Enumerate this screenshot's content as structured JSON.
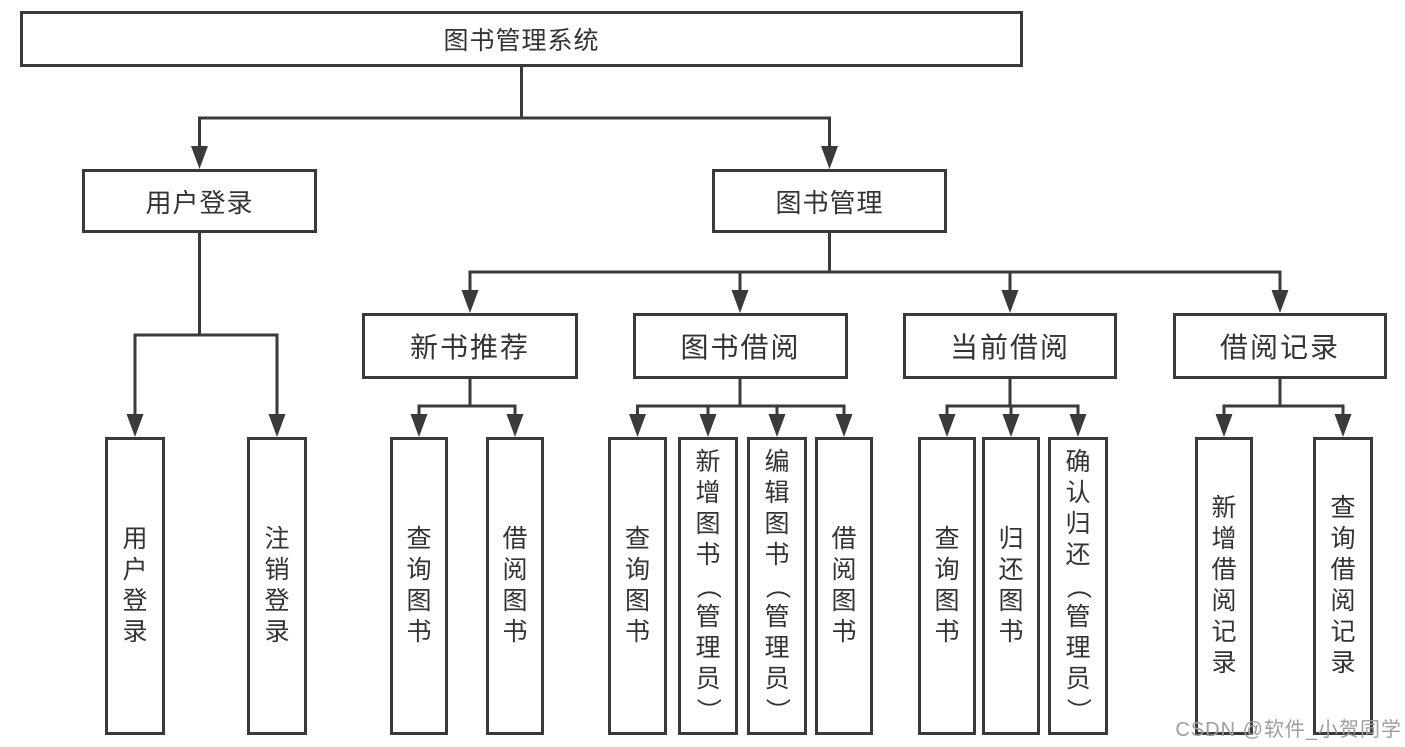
{
  "tree": {
    "root": {
      "label": "图书管理系统"
    },
    "branches": [
      {
        "label": "用户登录",
        "children": [
          "用户登录",
          "注销登录"
        ]
      },
      {
        "label": "图书管理"
      }
    ],
    "sections": [
      {
        "label": "新书推荐",
        "children": [
          "查询图书",
          "借阅图书"
        ]
      },
      {
        "label": "图书借阅",
        "children": [
          "查询图书",
          "新增图书（管理员）",
          "编辑图书（管理员）",
          "借阅图书"
        ]
      },
      {
        "label": "当前借阅",
        "children": [
          "查询图书",
          "归还图书",
          "确认归还（管理员）"
        ]
      },
      {
        "label": "借阅记录",
        "children": [
          "新增借阅记录",
          "查询借阅记录"
        ]
      }
    ]
  },
  "watermark": {
    "text": "CSDN @软件_小贺同学"
  },
  "colors": {
    "line": "#3a3a3a",
    "text": "#333333",
    "watermark_gray": "#9e9e9e",
    "background": "#ffffff"
  }
}
